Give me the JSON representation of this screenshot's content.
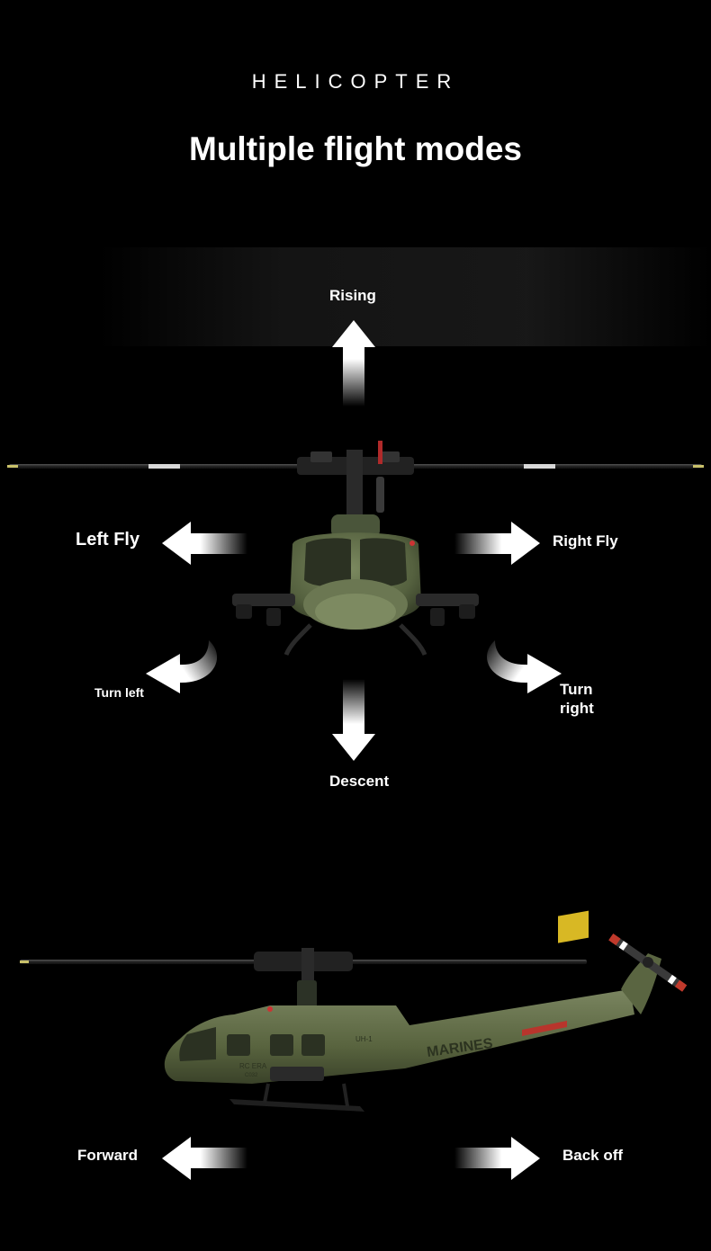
{
  "header": {
    "brand": "HELICOPTER",
    "headline": "Multiple flight modes"
  },
  "front_view": {
    "rising": "Rising",
    "left_fly": "Left Fly",
    "right_fly": "Right Fly",
    "turn_left": "Turn left",
    "turn_right_line1": "Turn",
    "turn_right_line2": "right",
    "descent": "Descent"
  },
  "side_view": {
    "forward": "Forward",
    "back_off": "Back off",
    "fuselage_text": "MARINES",
    "model_tag": "UH-1",
    "maker_badge": "RC ERA",
    "model_code": "C032"
  },
  "colors": {
    "background": "#000000",
    "text": "#ffffff",
    "heli_green": "#5c6a45",
    "heli_dark": "#3f4a30"
  },
  "icons": [
    "arrow-up-icon",
    "arrow-left-icon",
    "arrow-right-icon",
    "arrow-down-icon",
    "turn-left-icon",
    "turn-right-icon"
  ]
}
